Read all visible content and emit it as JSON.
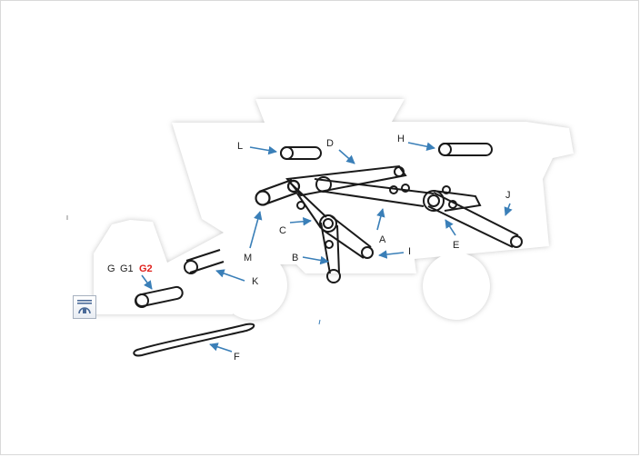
{
  "diagram": {
    "labels": {
      "A": "A",
      "B": "B",
      "C": "C",
      "D": "D",
      "E": "E",
      "F": "F",
      "G": "G",
      "G1": "G1",
      "G2": "G2",
      "H": "H",
      "I": "I",
      "J": "J",
      "K": "K",
      "L": "L",
      "M": "M"
    }
  },
  "colors": {
    "arrow": "#3a7fb8",
    "belt": "#1a1a1a",
    "highlight": "#e0201c",
    "silhouette_shadow": "#c8c8c8"
  },
  "icons": {
    "layout_options": "layout-options-icon"
  }
}
